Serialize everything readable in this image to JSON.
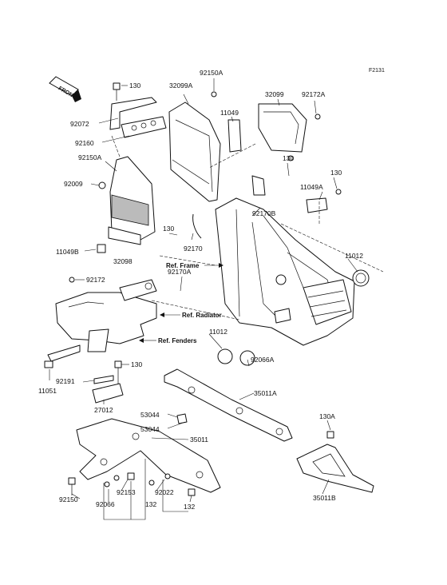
{
  "diagram": {
    "figure_code": "F2131",
    "front_badge": "FRONT",
    "part_labels": {
      "p130_a": "130",
      "p32099A": "32099A",
      "p92150A_top": "92150A",
      "p32099": "32099",
      "p92172A": "92172A",
      "p11049": "11049",
      "p92072": "92072",
      "p92160": "92160",
      "p92150A_left": "92150A",
      "p92009": "92009",
      "p130_b": "130",
      "p130_c": "130",
      "p11049A": "11049A",
      "p92170B": "92170B",
      "p130_d": "130",
      "p92170": "92170",
      "p11049B": "11049B",
      "p32098": "32098",
      "p11012_a": "11012",
      "p92172": "92172",
      "p92170A": "92170A",
      "p11012_b": "11012",
      "p92066A": "92066A",
      "p92191": "92191",
      "p130_e": "130",
      "p11051": "11051",
      "p27012": "27012",
      "p35011A": "35011A",
      "p53044_a": "53044",
      "p53044_b": "53044",
      "p35011": "35011",
      "p130A": "130A",
      "p92150": "92150",
      "p92153": "92153",
      "p92022": "92022",
      "p92066": "92066",
      "p132_a": "132",
      "p132_b": "132",
      "p35011B": "35011B"
    },
    "ref_labels": {
      "frame": "Ref. Frame",
      "radiator": "Ref. Radiator",
      "fenders": "Ref. Fenders"
    }
  }
}
